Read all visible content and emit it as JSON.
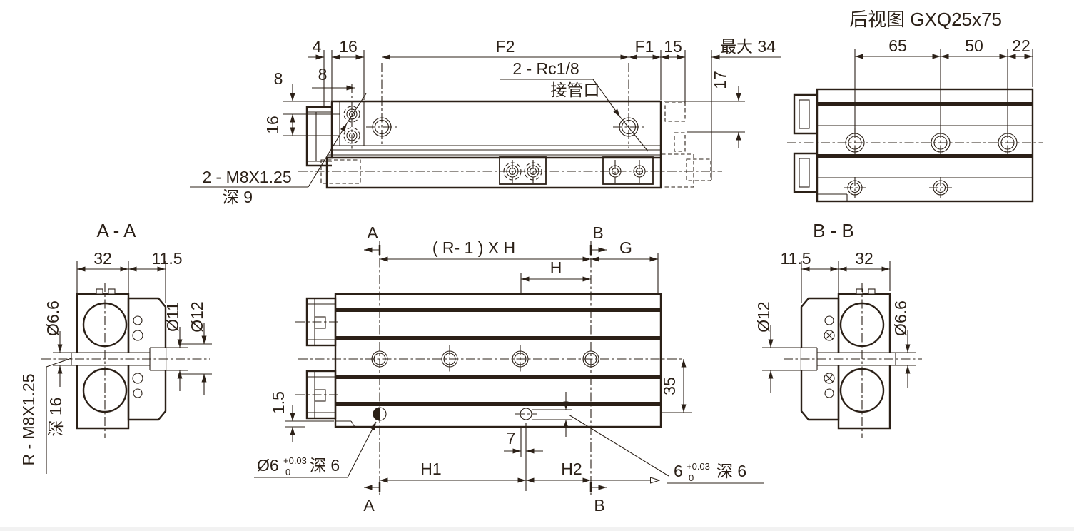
{
  "colors": {
    "line": "#2b2017",
    "background": "#ffffff"
  },
  "top_view": {
    "dim_4": "4",
    "dim_16_top": "16",
    "dim_f2": "F2",
    "dim_f1": "F1",
    "dim_15": "15",
    "dim_max": "最大 34",
    "dim_8_v": "8",
    "dim_8_h": "8",
    "dim_16_v": "16",
    "dim_17": "17",
    "port_note_1": "2 - Rc1/8",
    "port_note_2": "接管口",
    "thread_note_1": "2 - M8X1.25",
    "thread_note_2": "深 9"
  },
  "rear_view": {
    "title": "后视图 GXQ25x75",
    "dim_65": "65",
    "dim_50": "50",
    "dim_22": "22"
  },
  "section_aa": {
    "title": "A - A",
    "dim_32": "32",
    "dim_11_5": "11.5",
    "dia_rod": "Ø6.6",
    "dia_counterbore": "Ø11",
    "dia_through": "Ø12",
    "thread_note": "R - M8X1.25",
    "thread_depth": "深 16"
  },
  "front_view": {
    "sec_a": "A",
    "sec_b": "B",
    "dim_span": "( R- 1 ) X H",
    "dim_g": "G",
    "dim_h": "H",
    "dim_35": "35",
    "dim_1_5": "1.5",
    "dim_7": "7",
    "dim_h1": "H1",
    "dim_h2": "H2",
    "dowel_dia": "Ø6",
    "dowel_tol_up": "+0.03",
    "dowel_tol_dn": "0",
    "dowel_depth": "深 6",
    "slot_dia": "6",
    "slot_tol_up": "+0.03",
    "slot_tol_dn": "0",
    "slot_depth": "深 6"
  },
  "section_bb": {
    "title": "B - B",
    "dim_11_5": "11.5",
    "dim_32": "32",
    "dia_12": "Ø12",
    "dia_6_6": "Ø6.6"
  }
}
